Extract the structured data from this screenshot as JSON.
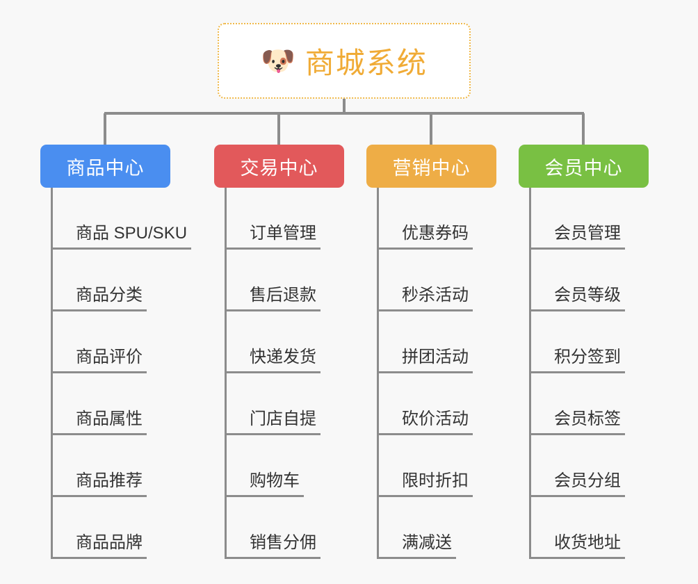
{
  "canvas": {
    "background": "#f8f8f8",
    "line_color": "#8c8c8c",
    "text_color": "#333333"
  },
  "root": {
    "icon": "shiba-dog-face-icon",
    "emoji": "🐶",
    "title": "商城系统",
    "title_color": "#f0ab36",
    "border_color": "#f0b94a",
    "border_style": "dotted"
  },
  "branches": [
    {
      "id": "product-center",
      "label": "商品中心",
      "color": "#4a8ef0",
      "items": [
        {
          "label": "商品 SPU/SKU"
        },
        {
          "label": "商品分类"
        },
        {
          "label": "商品评价"
        },
        {
          "label": "商品属性"
        },
        {
          "label": "商品推荐"
        },
        {
          "label": "商品品牌"
        }
      ]
    },
    {
      "id": "trade-center",
      "label": "交易中心",
      "color": "#e2595b",
      "items": [
        {
          "label": "订单管理"
        },
        {
          "label": "售后退款"
        },
        {
          "label": "快递发货"
        },
        {
          "label": "门店自提"
        },
        {
          "label": "购物车"
        },
        {
          "label": "销售分佣"
        }
      ]
    },
    {
      "id": "marketing-center",
      "label": "营销中心",
      "color": "#eead46",
      "items": [
        {
          "label": "优惠券码"
        },
        {
          "label": "秒杀活动"
        },
        {
          "label": "拼团活动"
        },
        {
          "label": "砍价活动"
        },
        {
          "label": "限时折扣"
        },
        {
          "label": "满减送"
        }
      ]
    },
    {
      "id": "member-center",
      "label": "会员中心",
      "color": "#79c043",
      "items": [
        {
          "label": "会员管理"
        },
        {
          "label": "会员等级"
        },
        {
          "label": "积分签到"
        },
        {
          "label": "会员标签"
        },
        {
          "label": "会员分组"
        },
        {
          "label": "收货地址"
        }
      ]
    }
  ]
}
